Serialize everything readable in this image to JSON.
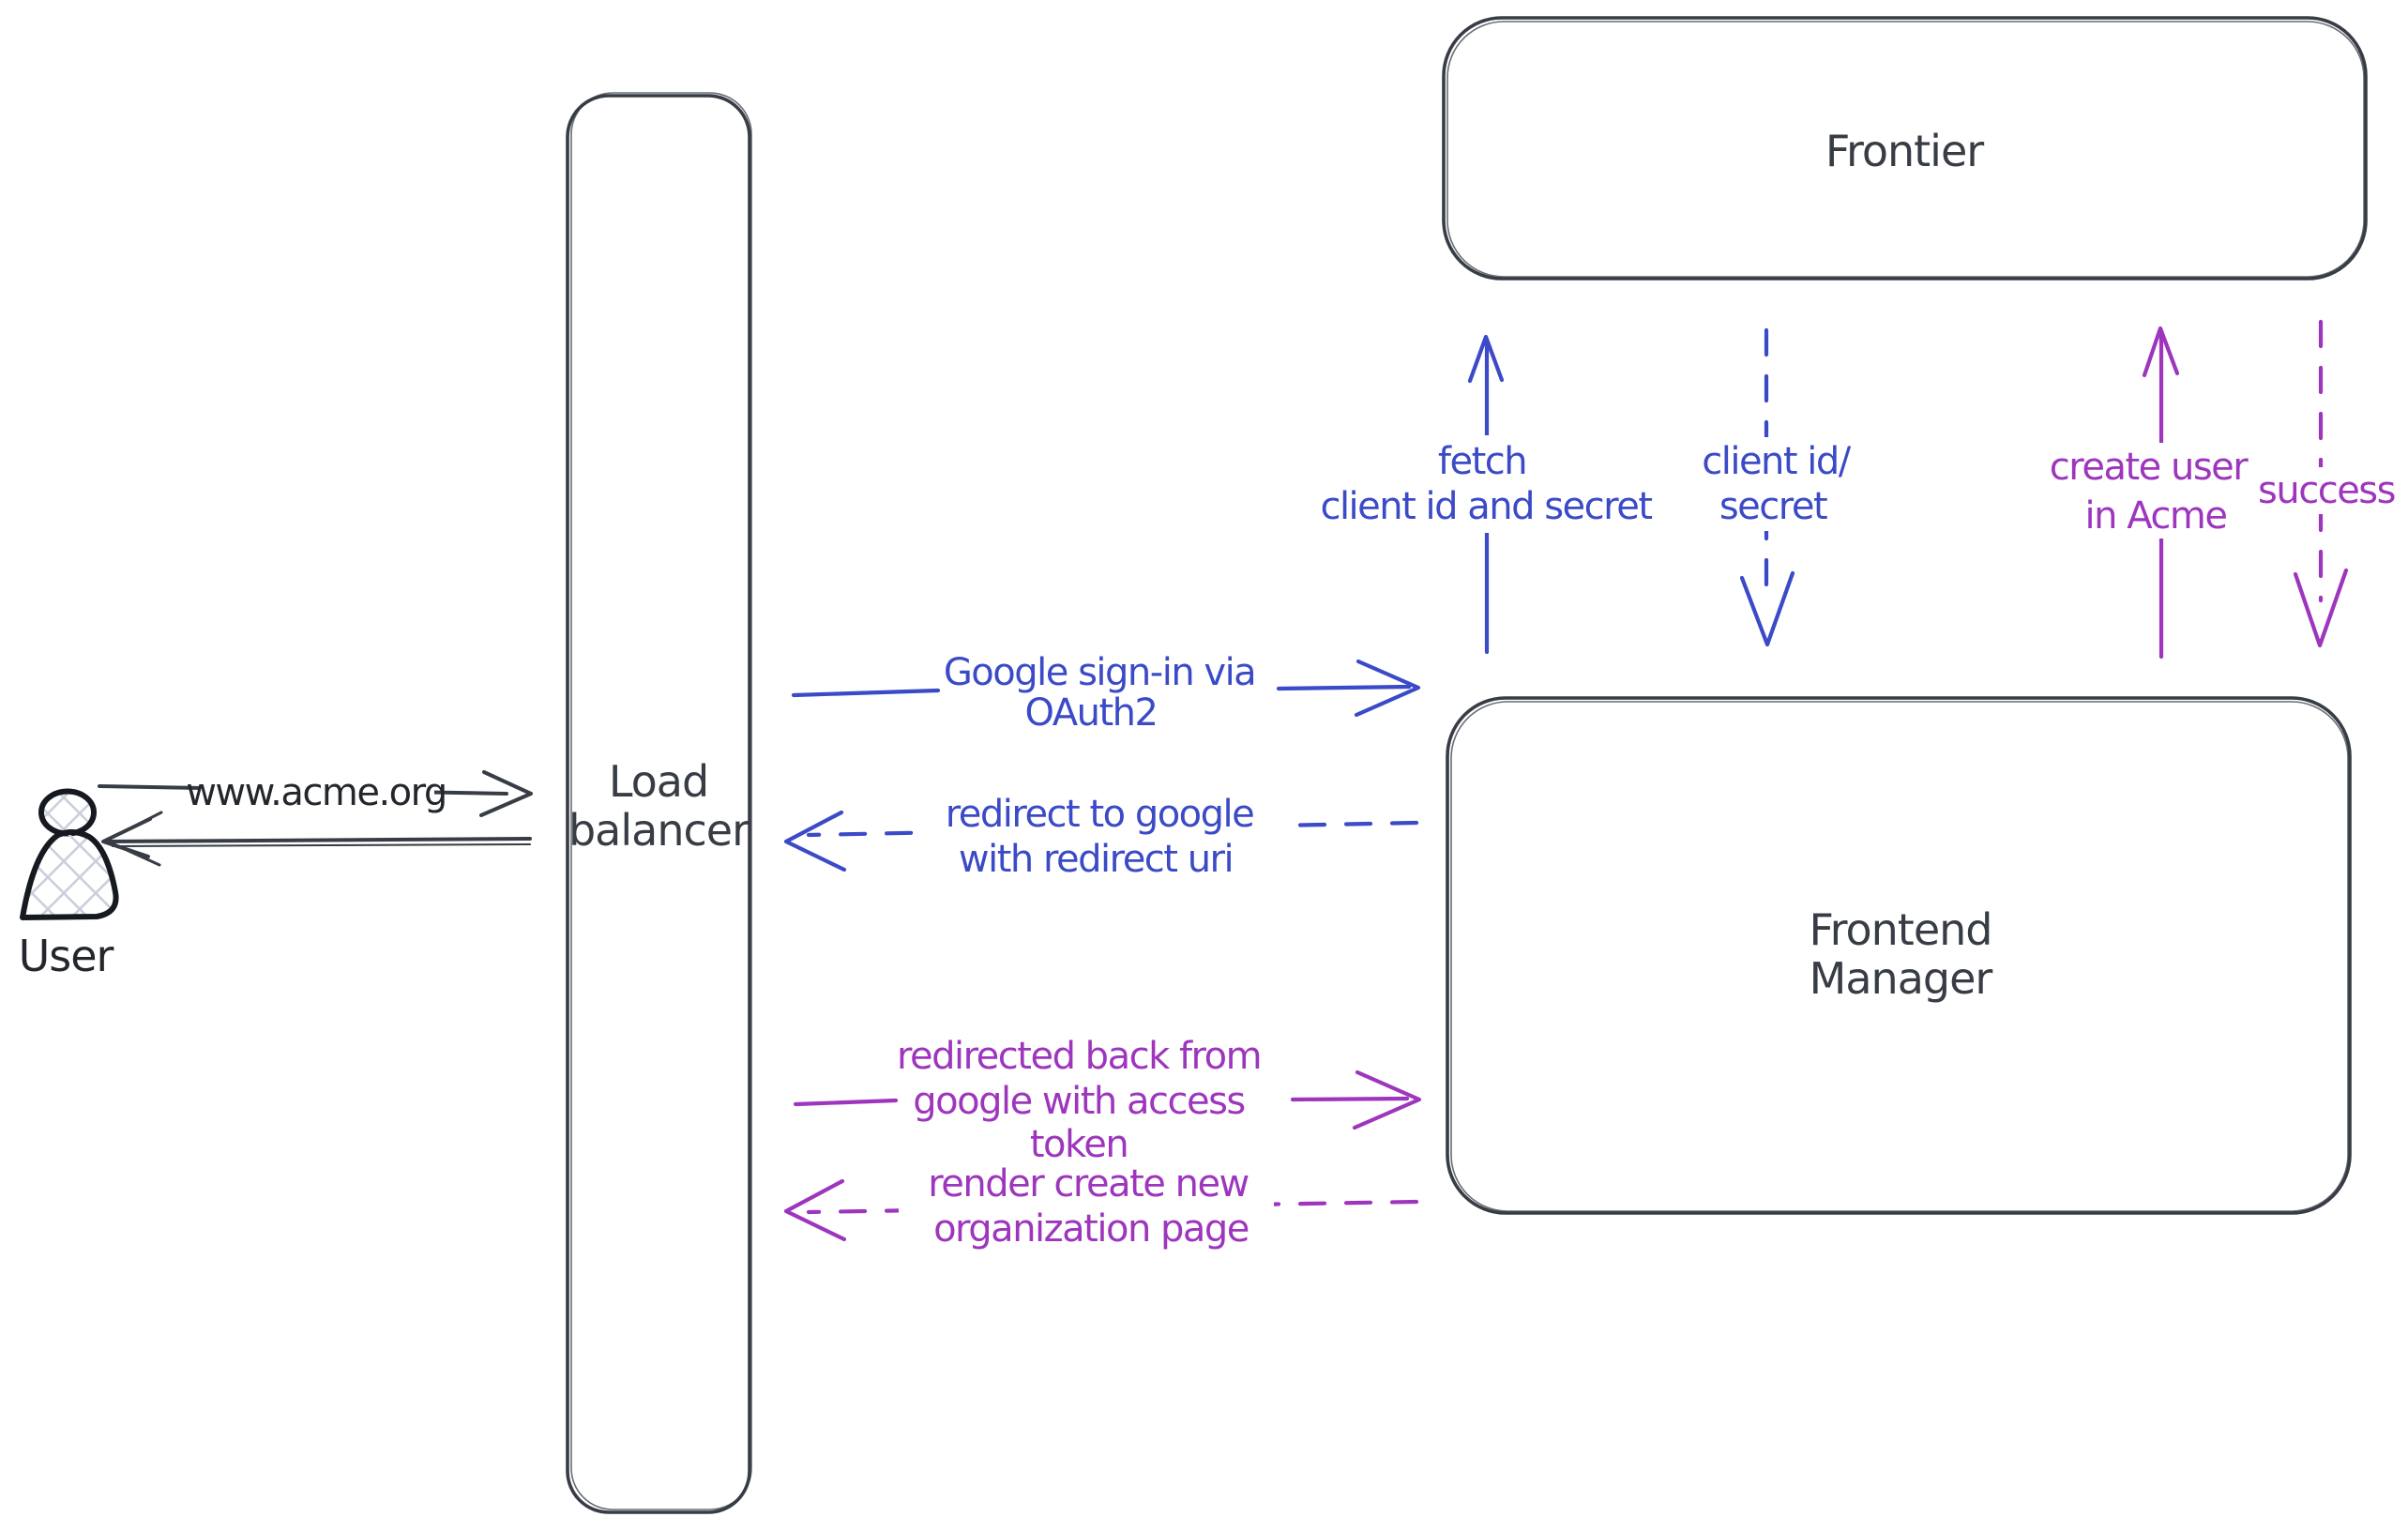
{
  "title": "OAuth sign-in flow diagram",
  "colors": {
    "ink": "#373c45",
    "blue": "#3b4ac6",
    "purple": "#9d36bd",
    "hatch": "#c9d0dc",
    "figure": "#16191f",
    "bg": "#ffffff"
  },
  "actors": {
    "user": {
      "label": "User"
    },
    "load_balancer": {
      "label_lines": [
        "Load",
        "balancer"
      ]
    },
    "frontier": {
      "label": "Frontier"
    },
    "frontend_manager": {
      "label_lines": [
        "Frontend",
        "Manager"
      ]
    }
  },
  "messages": {
    "www_acme": {
      "label": "www.acme.org",
      "style": "solid",
      "direction": "right"
    },
    "google_signin": {
      "lines": [
        "Google sign-in via",
        "OAuth2"
      ],
      "style": "solid",
      "direction": "right"
    },
    "redirect_google": {
      "lines": [
        "redirect to google",
        "with redirect uri"
      ],
      "style": "dashed",
      "direction": "left"
    },
    "redirected_back": {
      "lines": [
        "redirected back from",
        "google with access",
        "token"
      ],
      "style": "solid",
      "direction": "right"
    },
    "render_org_page": {
      "lines": [
        "render create new",
        "organization page"
      ],
      "style": "dashed",
      "direction": "left"
    },
    "fetch_client": {
      "lines": [
        "fetch",
        "client id and secret"
      ],
      "style": "solid",
      "direction": "up"
    },
    "client_id_secret": {
      "lines": [
        "client id/",
        "secret"
      ],
      "style": "dashed",
      "direction": "down"
    },
    "create_user": {
      "lines": [
        "create user",
        "in Acme"
      ],
      "style": "solid",
      "direction": "up"
    },
    "success": {
      "label": "success",
      "style": "dashed",
      "direction": "down"
    }
  }
}
